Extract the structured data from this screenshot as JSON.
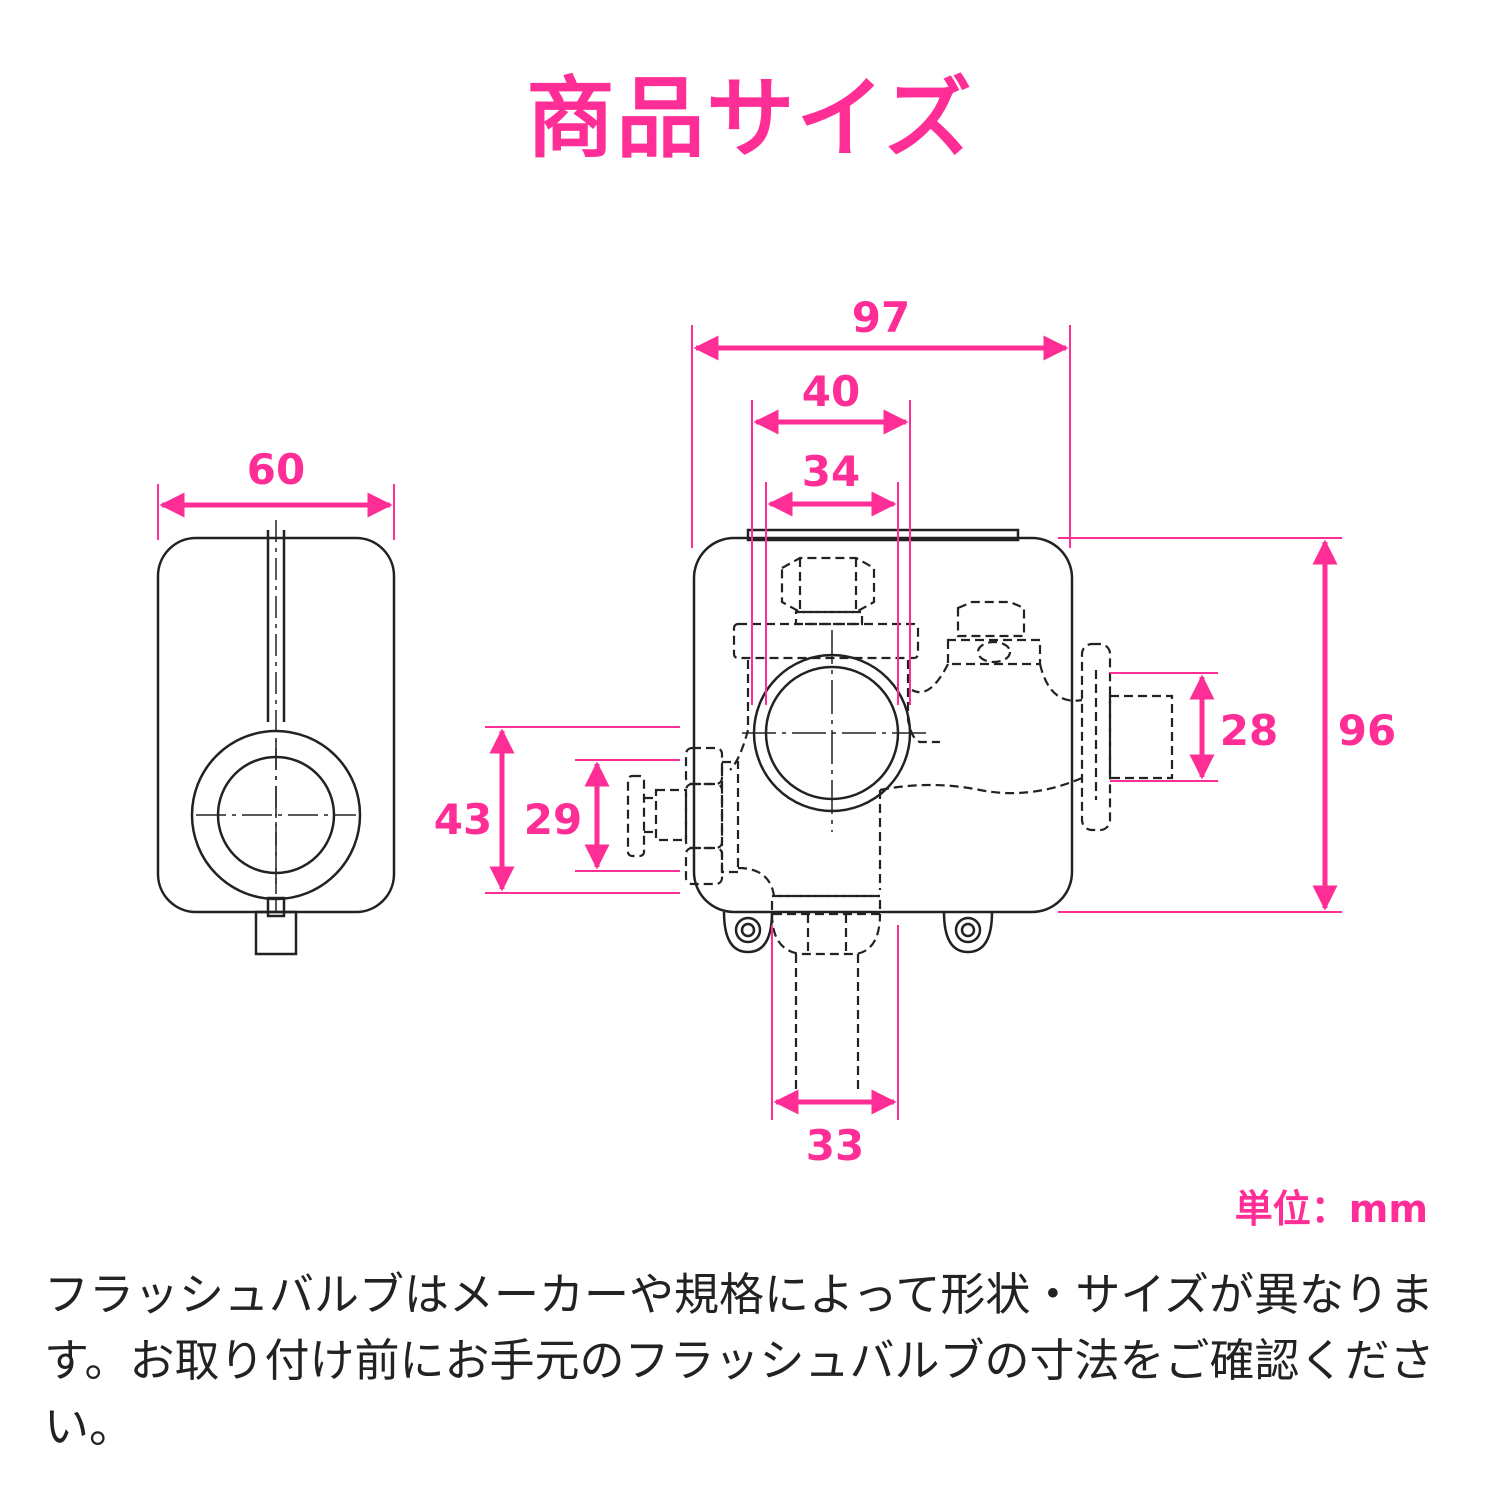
{
  "title": "商品サイズ",
  "unit_label": "単位：mm",
  "note": "フラッシュバルブはメーカーや規格によって形状・サイズが異なります。お取り付け前にお手元のフラッシュバルブの寸法をご確認ください。",
  "dimensions": {
    "side_width": "60",
    "total_width": "97",
    "outer_diameter": "40",
    "inner_diameter": "34",
    "bottom_pipe": "33",
    "left_outer": "43",
    "left_inner": "29",
    "right_outlet": "28",
    "total_height": "96"
  },
  "colors": {
    "accent": "#ff2d96",
    "line": "#222222"
  }
}
